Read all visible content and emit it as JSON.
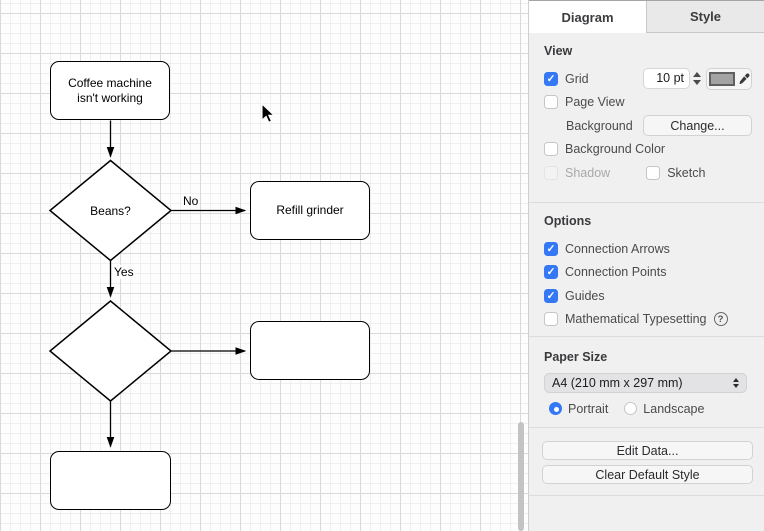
{
  "canvas": {
    "nodes": {
      "start": "Coffee machine isn't working",
      "decision1": "Beans?",
      "refill": "Refill grinder",
      "decision2": "",
      "action2": "",
      "end": ""
    },
    "edge_labels": {
      "no": "No",
      "yes": "Yes"
    }
  },
  "sidebar": {
    "tabs": {
      "diagram": "Diagram",
      "style": "Style"
    },
    "view": {
      "heading": "View",
      "grid": {
        "label": "Grid",
        "checked": true,
        "size_value": "10 pt"
      },
      "page_view": {
        "label": "Page View",
        "checked": false
      },
      "background": {
        "label": "Background",
        "change_button": "Change..."
      },
      "background_color": {
        "label": "Background Color",
        "checked": false
      },
      "shadow": {
        "label": "Shadow",
        "checked": false,
        "disabled": true
      },
      "sketch": {
        "label": "Sketch",
        "checked": false
      }
    },
    "options": {
      "heading": "Options",
      "connection_arrows": {
        "label": "Connection Arrows",
        "checked": true
      },
      "connection_points": {
        "label": "Connection Points",
        "checked": true
      },
      "guides": {
        "label": "Guides",
        "checked": true
      },
      "math_typesetting": {
        "label": "Mathematical Typesetting",
        "checked": false,
        "help_icon": "?"
      }
    },
    "paper_size": {
      "heading": "Paper Size",
      "selected_value": "A4 (210 mm x 297 mm)",
      "portrait": {
        "label": "Portrait",
        "selected": true
      },
      "landscape": {
        "label": "Landscape",
        "selected": false
      }
    },
    "actions": {
      "edit_data_button": "Edit Data...",
      "clear_default_style_button": "Clear Default Style"
    },
    "colors": {
      "accent_blue": "#3478f6",
      "grid_swatch_gray": "#a3a3a3"
    }
  }
}
